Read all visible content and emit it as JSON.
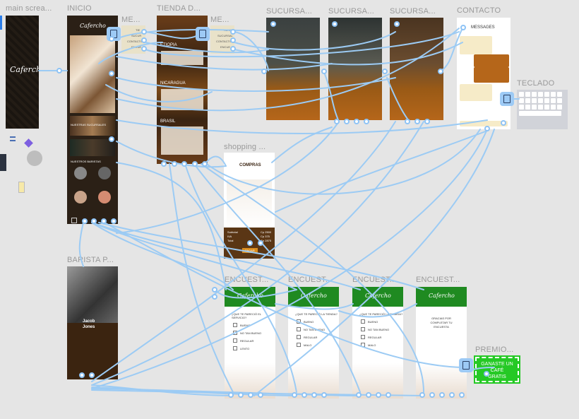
{
  "frames": {
    "main_screen": {
      "label": "main screa..."
    },
    "inicio": {
      "label": "INICIO",
      "brand": "Cafercho",
      "sucursales_title": "NUESTRAS SUCURSALES",
      "baristas_title": "NUESTROS BARISTAS"
    },
    "menu1": {
      "label": "ME...",
      "items": [
        "TIE",
        "SUCUR",
        "CONTACTO",
        "ENCUE"
      ]
    },
    "tienda": {
      "label": "TIENDA D...",
      "regions": [
        "ETIOPIA",
        "NICARAGUA",
        "BRASIL"
      ]
    },
    "menu2": {
      "label": "ME...",
      "items": [
        "TIENDA",
        "SUCURSAL",
        "CONTACTO",
        "ENCUE"
      ]
    },
    "sucursal1": {
      "label": "SUCURSA..."
    },
    "sucursal2": {
      "label": "SUCURSA..."
    },
    "sucursal3": {
      "label": "SUCURSA..."
    },
    "contacto": {
      "label": "CONTACTO",
      "header": "MESSAGES"
    },
    "teclado": {
      "label": "TECLADO"
    },
    "shopping": {
      "label": "shopping ...",
      "header": "COMPRAS",
      "subtotal": "Subtotal",
      "iva": "IVA",
      "total": "Total",
      "subtotal_val": "Cp 2500",
      "iva_val": "Cp 375",
      "total_val": "Cp 2875",
      "button": "PAGAR"
    },
    "barista": {
      "label": "BARISTA P...",
      "name": "Jacob Jones"
    },
    "encuesta1": {
      "label": "ENCUEST...",
      "brand": "Cafercho",
      "question": "¿QUE TE PARECIÓ EL SERVICIO?",
      "options": [
        "BUENO",
        "NO TAN BUENO",
        "REGULAR",
        "LENTO"
      ]
    },
    "encuesta2": {
      "label": "ENCUEST...",
      "brand": "Cafercho",
      "question": "¿QUE TE PARECIÓ LA TIENDA?",
      "options": [
        "BUENO",
        "NO TAN BUENO",
        "REGULAR",
        "MALO"
      ]
    },
    "encuesta3": {
      "label": "ENCUEST...",
      "brand": "Cafercho",
      "question": "¿QUE TE PARECIÓ LA COMIDA?",
      "options": [
        "BUENO",
        "NO TAN BUENO",
        "REGULAR",
        "MALO"
      ]
    },
    "encuesta4": {
      "label": "ENCUEST...",
      "brand": "Cafercho",
      "question": "GRACIAS POR COMPLETAR TU ENCUESTA"
    },
    "premio": {
      "label": "PREMIO...",
      "text": "GANASTE UN CAFÉ GRATIS"
    }
  },
  "colors": {
    "canvas": "#e5e5e5",
    "wire": "#9ccbf4",
    "coffee_dark": "#3a2412",
    "coffee_orange": "#b5661a",
    "survey_green": "#1f8a21",
    "premio_green": "#25c925"
  }
}
